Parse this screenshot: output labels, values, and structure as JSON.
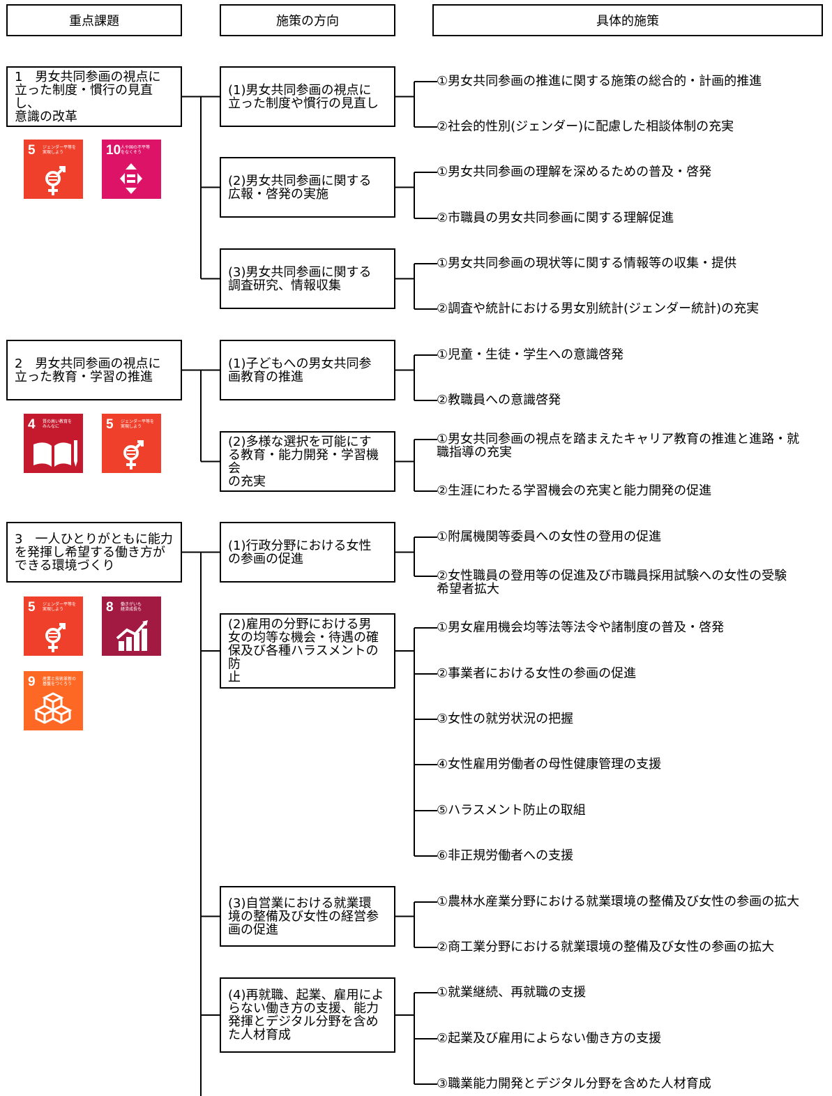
{
  "headers": {
    "col1": "重点課題",
    "col2": "施策の方向",
    "col3": "具体的施策"
  },
  "sdg_colors": {
    "goal4": "#c5192d",
    "goal5": "#ef402b",
    "goal8": "#a21942",
    "goal9": "#fd6925",
    "goal10": "#dd1367"
  },
  "issues": [
    {
      "label": "1　男女共同参画の視点に\n立った制度・慣行の見直し、\n意識の改革",
      "sdg_icons": [
        {
          "number": "5",
          "caption": "ジェンダー平等を\n実現しよう",
          "icon": "gender-equality-icon"
        },
        {
          "number": "10",
          "caption": "人や国の不平等\nをなくそう",
          "icon": "reduced-inequalities-icon"
        }
      ],
      "directions": [
        {
          "label": "(1)男女共同参画の視点に\n立った制度や慣行の見直し",
          "measures": [
            "①男女共同参画の推進に関する施策の総合的・計画的推進",
            "②社会的性別(ジェンダー)に配慮した相談体制の充実"
          ]
        },
        {
          "label": "(2)男女共同参画に関する\n広報・啓発の実施",
          "measures": [
            "①男女共同参画の理解を深めるための普及・啓発",
            "②市職員の男女共同参画に関する理解促進"
          ]
        },
        {
          "label": "(3)男女共同参画に関する\n調査研究、情報収集",
          "measures": [
            "①男女共同参画の現状等に関する情報等の収集・提供",
            "②調査や統計における男女別統計(ジェンダー統計)の充実"
          ]
        }
      ]
    },
    {
      "label": "2　男女共同参画の視点に\n立った教育・学習の推進",
      "sdg_icons": [
        {
          "number": "4",
          "caption": "質の高い教育を\nみんなに",
          "icon": "quality-education-icon"
        },
        {
          "number": "5",
          "caption": "ジェンダー平等を\n実現しよう",
          "icon": "gender-equality-icon"
        }
      ],
      "directions": [
        {
          "label": "(1)子どもへの男女共同参\n画教育の推進",
          "measures": [
            "①児童・生徒・学生への意識啓発",
            "②教職員への意識啓発"
          ]
        },
        {
          "label": "(2)多様な選択を可能にす\nる教育・能力開発・学習機会\nの充実",
          "measures": [
            "①男女共同参画の視点を踏まえたキャリア教育の推進と進路・就\n職指導の充実",
            "②生涯にわたる学習機会の充実と能力開発の促進"
          ]
        }
      ]
    },
    {
      "label": "3　一人ひとりがともに能力\nを発揮し希望する働き方が\nできる環境づくり",
      "sdg_icons": [
        {
          "number": "5",
          "caption": "ジェンダー平等を\n実現しよう",
          "icon": "gender-equality-icon"
        },
        {
          "number": "8",
          "caption": "働きがいも\n経済成長も",
          "icon": "economic-growth-icon"
        },
        {
          "number": "9",
          "caption": "産業と技術革新の\n基盤をつくろう",
          "icon": "industry-innovation-icon"
        }
      ],
      "directions": [
        {
          "label": "(1)行政分野における女性\nの参画の促進",
          "measures": [
            "①附属機関等委員への女性の登用の促進",
            "②女性職員の登用等の促進及び市職員採用試験への女性の受験\n希望者拡大"
          ]
        },
        {
          "label": "(2)雇用の分野における男\n女の均等な機会・待遇の確\n保及び各種ハラスメントの防\n止",
          "measures": [
            "①男女雇用機会均等法等法令や諸制度の普及・啓発",
            "②事業者における女性の参画の促進",
            "③女性の就労状況の把握",
            "④女性雇用労働者の母性健康管理の支援",
            "⑤ハラスメント防止の取組",
            "⑥非正規労働者への支援"
          ]
        },
        {
          "label": "(3)自営業における就業環\n境の整備及び女性の経営参\n画の促進",
          "measures": [
            "①農林水産業分野における就業環境の整備及び女性の参画の拡大",
            "②商工業分野における就業環境の整備及び女性の参画の拡大"
          ]
        },
        {
          "label": "(4)再就職、起業、雇用によ\nらない働き方の支援、能力\n発揮とデジタル分野を含め\nた人材育成",
          "measures": [
            "①就業継続、再就職の支援",
            "②起業及び雇用によらない働き方の支援",
            "③職業能力開発とデジタル分野を含めた人材育成"
          ]
        }
      ]
    }
  ]
}
